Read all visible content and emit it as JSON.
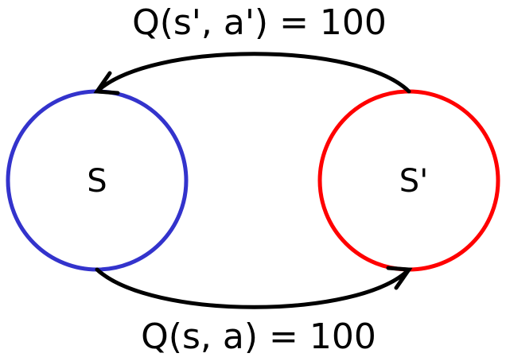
{
  "states": {
    "s": {
      "label": "S",
      "color": "#3333cc"
    },
    "s_prime": {
      "label": "S'",
      "color": "#ff0000"
    }
  },
  "edges": {
    "top": {
      "label": "Q(s', a') = 100",
      "color": "#000000"
    },
    "bottom": {
      "label": "Q(s, a) = 100",
      "color": "#000000"
    }
  }
}
